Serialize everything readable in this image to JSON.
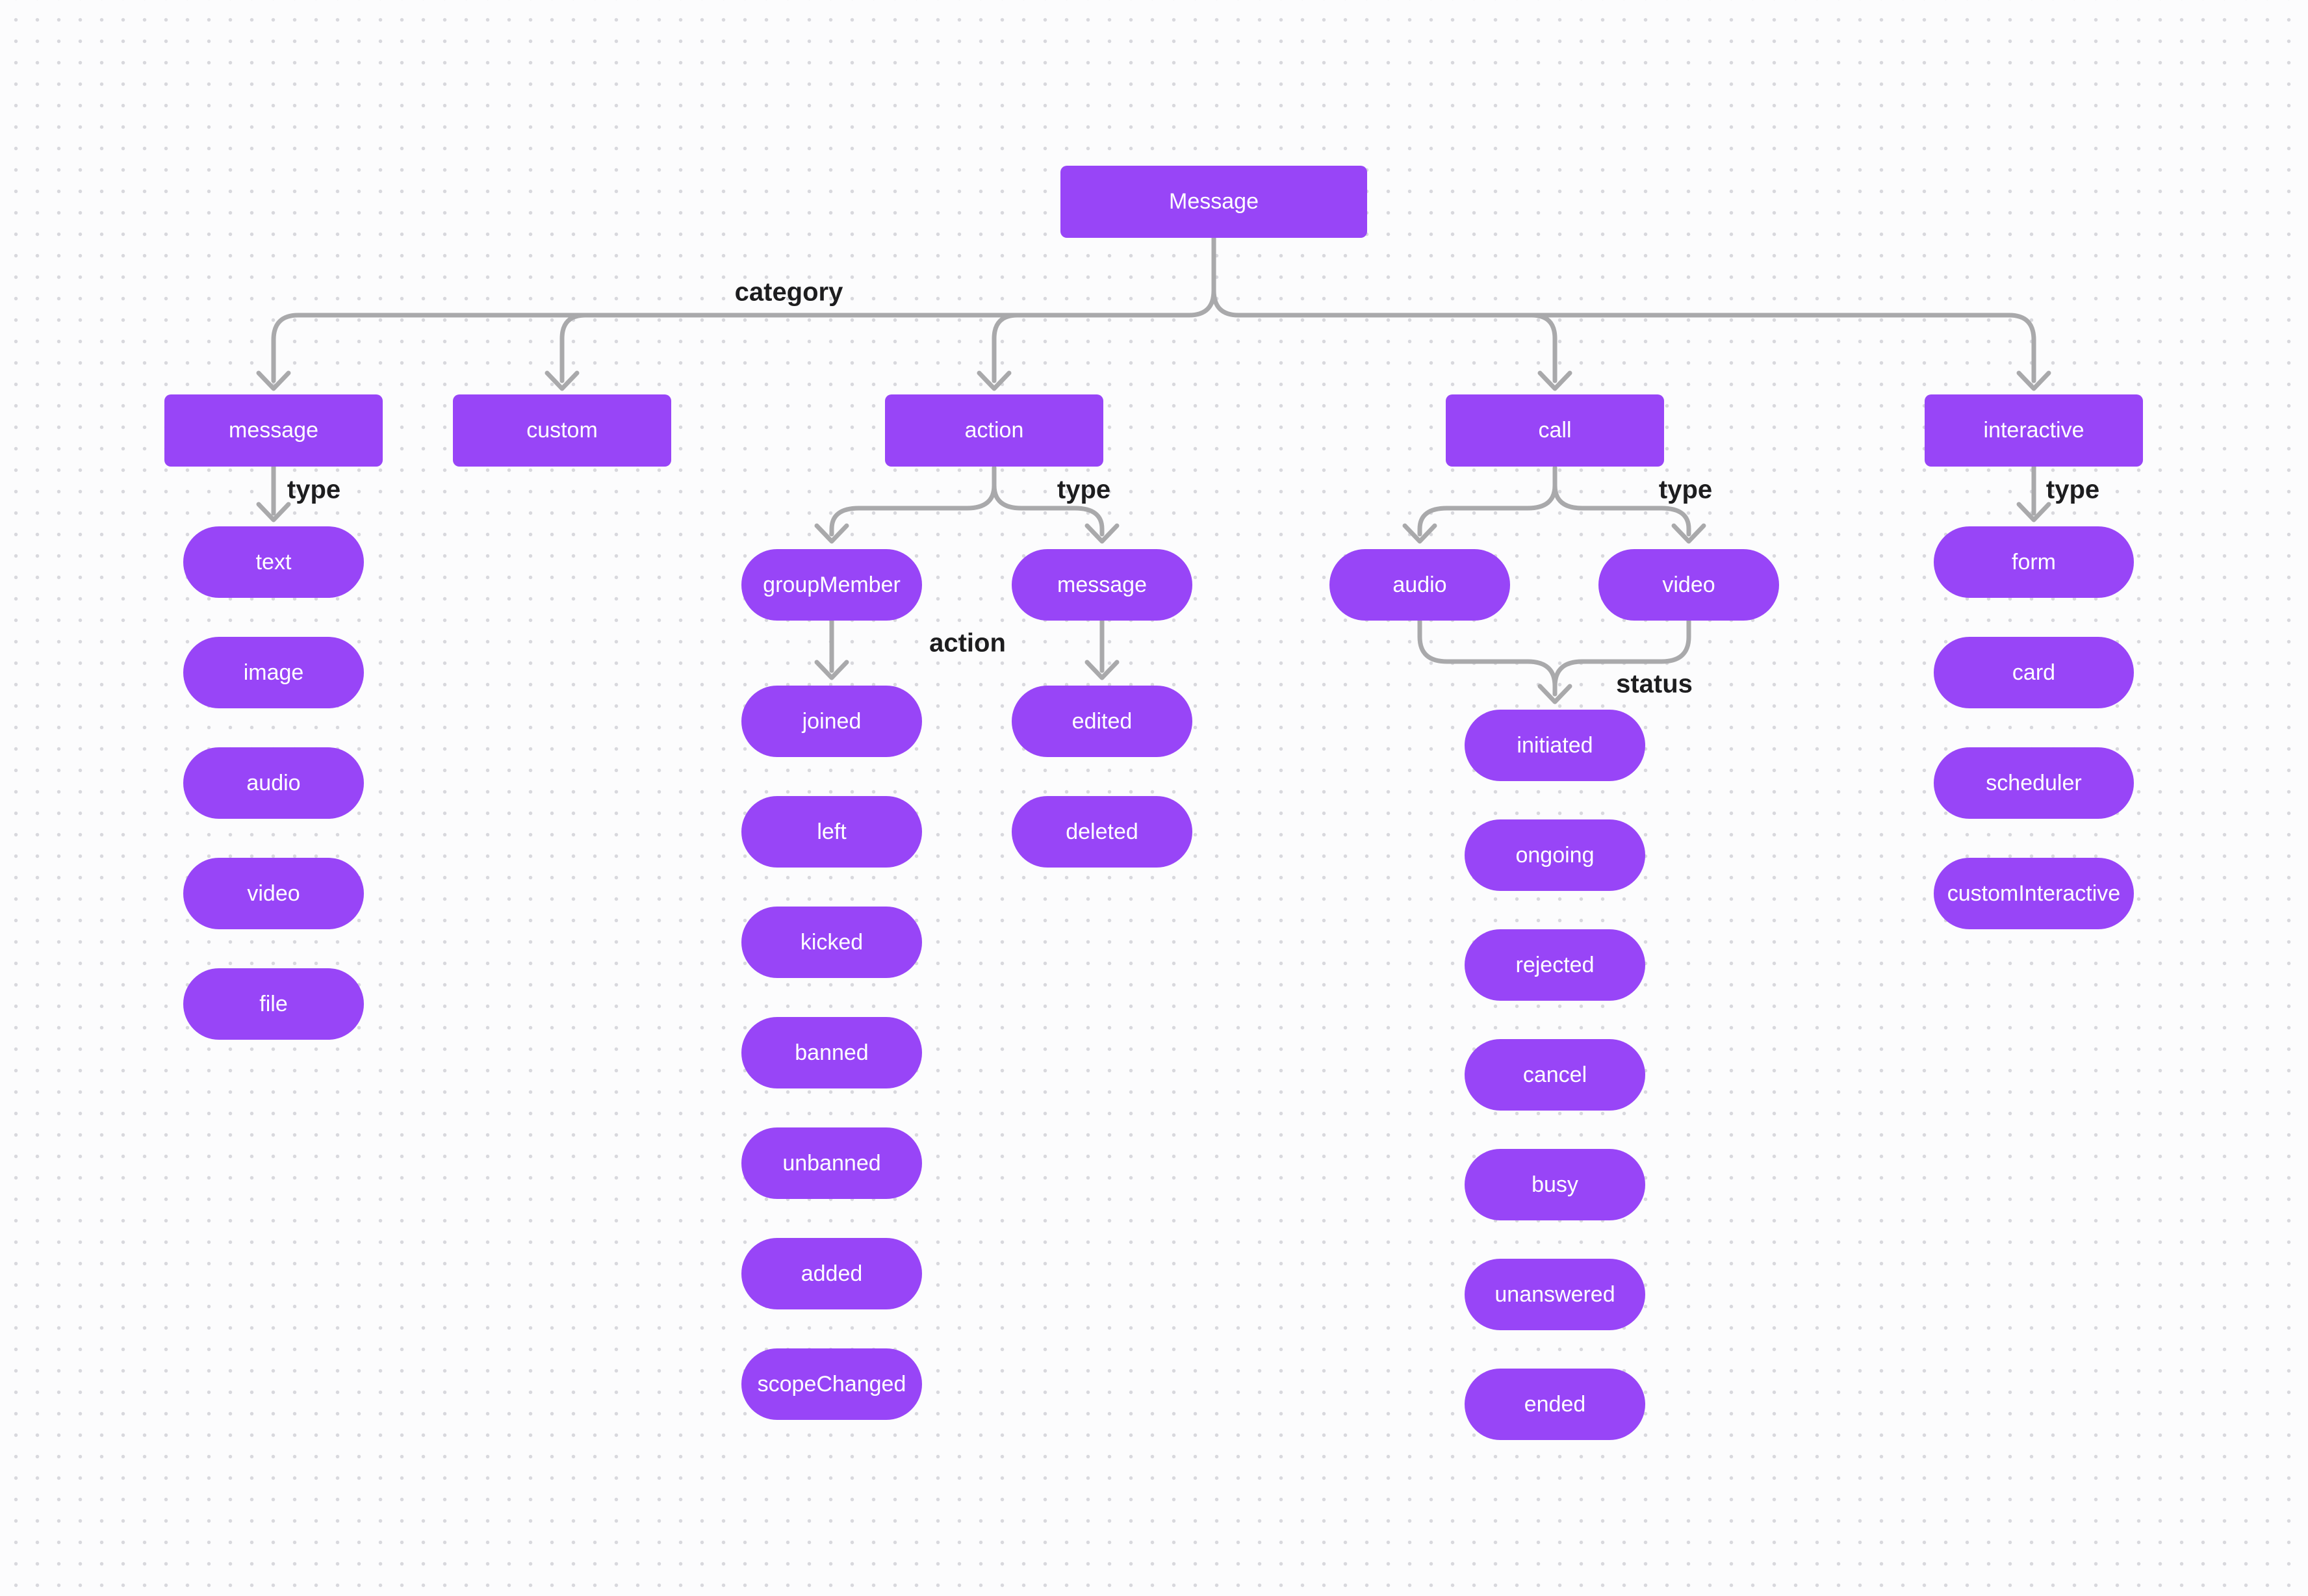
{
  "canvas": {
    "background": "#FCFCFD",
    "dot_color": "#D8D8DD",
    "node_color": "#9845F7",
    "node_text_color": "#FFFFFF",
    "edge_color": "#A9A9AB",
    "label_color": "#1D1D1F"
  },
  "root": {
    "label": "Message"
  },
  "labels": {
    "category": "category",
    "type": "type",
    "action": "action",
    "status": "status"
  },
  "categories": {
    "message": {
      "label": "message",
      "types": [
        "text",
        "image",
        "audio",
        "video",
        "file"
      ]
    },
    "custom": {
      "label": "custom"
    },
    "action": {
      "label": "action",
      "subtypes": {
        "groupMember": {
          "label": "groupMember",
          "actions": [
            "joined",
            "left",
            "kicked",
            "banned",
            "unbanned",
            "added",
            "scopeChanged"
          ]
        },
        "message": {
          "label": "message",
          "actions": [
            "edited",
            "deleted"
          ]
        }
      }
    },
    "call": {
      "label": "call",
      "types": [
        "audio",
        "video"
      ],
      "statuses": [
        "initiated",
        "ongoing",
        "rejected",
        "cancel",
        "busy",
        "unanswered",
        "ended"
      ]
    },
    "interactive": {
      "label": "interactive",
      "types": [
        "form",
        "card",
        "scheduler",
        "customInteractive"
      ]
    }
  }
}
